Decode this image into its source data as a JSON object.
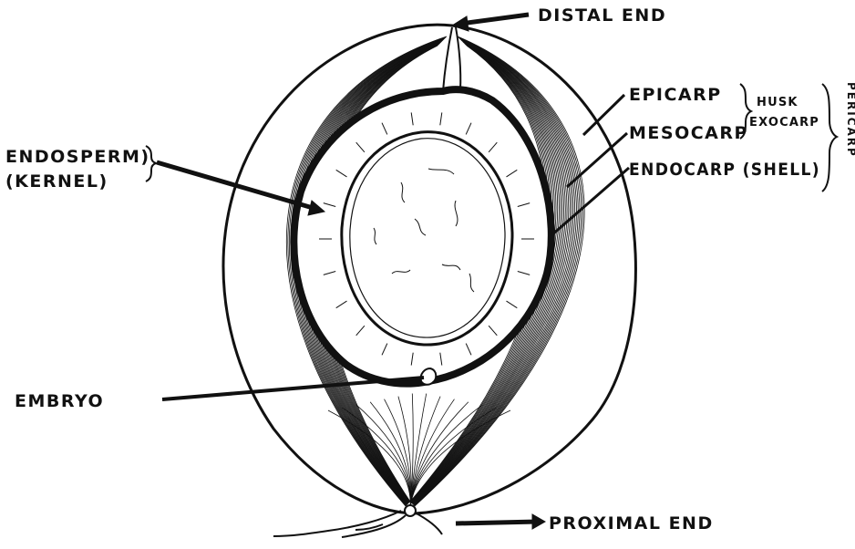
{
  "diagram": {
    "labels": {
      "distal_end": "DISTAL END",
      "epicarp": "EPICARP",
      "mesocarp": "MESOCARP",
      "endocarp": "ENDOCARP (SHELL)",
      "husk": "HUSK",
      "exocarp": "EXOCARP",
      "pericarp": "PERICARP",
      "endosperm_line1": "ENDOSPERM)",
      "endosperm_line2": "(KERNEL)",
      "embryo": "EMBRYO",
      "proximal_end": "PROXIMAL END"
    },
    "colors": {
      "ink": "#111111",
      "paper": "#ffffff"
    }
  }
}
